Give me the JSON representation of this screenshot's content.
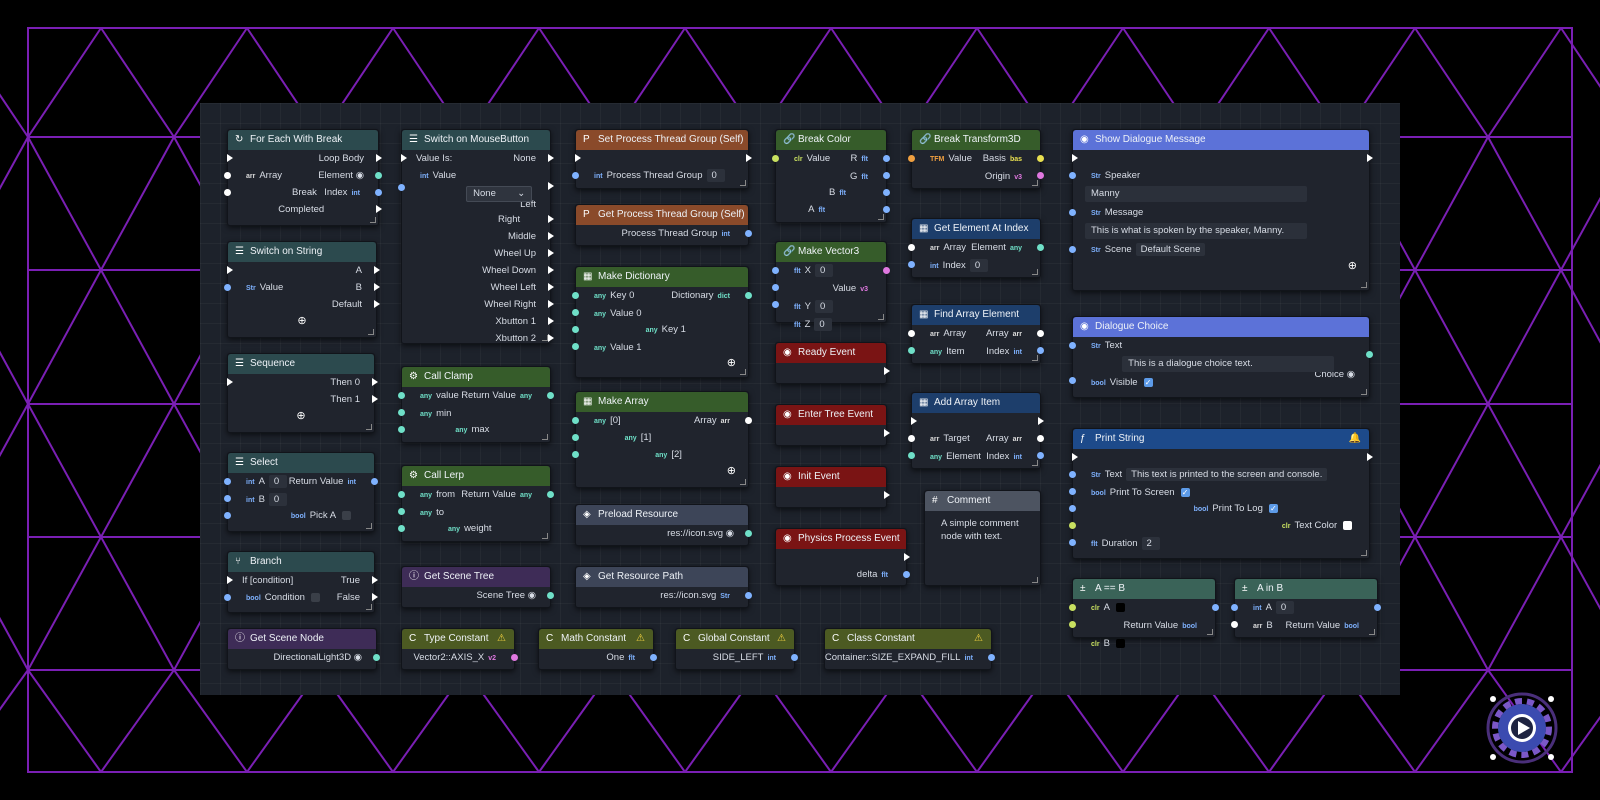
{
  "nodes": {
    "for_each": {
      "title": "For Each With Break",
      "loop_body": "Loop Body",
      "array": "Array",
      "element": "Element",
      "break": "Break",
      "index": "Index",
      "completed": "Completed"
    },
    "switch_string": {
      "title": "Switch on String",
      "a": "A",
      "value": "Value",
      "b": "B",
      "default": "Default"
    },
    "sequence": {
      "title": "Sequence",
      "then0": "Then 0",
      "then1": "Then 1"
    },
    "select": {
      "title": "Select",
      "a": "A",
      "a_val": "0",
      "return": "Return Value",
      "b": "B",
      "b_val": "0",
      "pick_a": "Pick A"
    },
    "branch": {
      "title": "Branch",
      "if": "If [condition]",
      "true": "True",
      "condition": "Condition",
      "false": "False"
    },
    "get_scene_node": {
      "title": "Get Scene Node",
      "value": "DirectionalLight3D"
    },
    "switch_mouse": {
      "title": "Switch on MouseButton",
      "value_is": "Value Is:",
      "none": "None",
      "value": "Value",
      "left": "Left",
      "select": "None",
      "right": "Right",
      "middle": "Middle",
      "wheel_up": "Wheel Up",
      "wheel_down": "Wheel Down",
      "wheel_left": "Wheel Left",
      "wheel_right": "Wheel Right",
      "xb1": "Xbutton 1",
      "xb2": "Xbutton 2"
    },
    "call_clamp": {
      "title": "Call Clamp",
      "value": "value",
      "return": "Return Value",
      "min": "min",
      "max": "max"
    },
    "call_lerp": {
      "title": "Call Lerp",
      "from": "from",
      "return": "Return Value",
      "to": "to",
      "weight": "weight"
    },
    "get_scene_tree": {
      "title": "Get Scene Tree",
      "out": "Scene Tree"
    },
    "type_constant": {
      "title": "Type Constant",
      "value": "Vector2::AXIS_X"
    },
    "set_ptg": {
      "title": "Set Process Thread Group (Self)",
      "label": "Process Thread Group",
      "val": "0"
    },
    "get_ptg": {
      "title": "Get Process Thread Group (Self)",
      "label": "Process Thread Group"
    },
    "make_dict": {
      "title": "Make Dictionary",
      "key0": "Key 0",
      "dict": "Dictionary",
      "value0": "Value 0",
      "key1": "Key 1",
      "value1": "Value 1"
    },
    "make_array": {
      "title": "Make Array",
      "i0": "[0]",
      "array": "Array",
      "i1": "[1]",
      "i2": "[2]"
    },
    "preload": {
      "title": "Preload Resource",
      "path": "res://icon.svg"
    },
    "get_res_path": {
      "title": "Get Resource Path",
      "path": "res://icon.svg"
    },
    "math_constant": {
      "title": "Math Constant",
      "value": "One"
    },
    "global_constant": {
      "title": "Global Constant",
      "value": "SIDE_LEFT"
    },
    "break_color": {
      "title": "Break Color",
      "value": "Value",
      "r": "R",
      "g": "G",
      "b": "B",
      "a": "A"
    },
    "make_vector3": {
      "title": "Make Vector3",
      "x": "X",
      "x_val": "0",
      "value": "Value",
      "y": "Y",
      "y_val": "0",
      "z": "Z",
      "z_val": "0"
    },
    "ready": {
      "title": "Ready Event"
    },
    "enter_tree": {
      "title": "Enter Tree Event"
    },
    "init": {
      "title": "Init Event"
    },
    "physics": {
      "title": "Physics Process Event",
      "delta": "delta"
    },
    "class_constant": {
      "title": "Class Constant",
      "value": "Container::SIZE_EXPAND_FILL"
    },
    "break_transform": {
      "title": "Break Transform3D",
      "value": "Value",
      "basis": "Basis",
      "origin": "Origin"
    },
    "get_elem": {
      "title": "Get Element At Index",
      "array": "Array",
      "element": "Element",
      "index": "Index",
      "index_val": "0"
    },
    "find_elem": {
      "title": "Find Array Element",
      "array": "Array",
      "array_out": "Array",
      "item": "Item",
      "index": "Index"
    },
    "add_item": {
      "title": "Add Array Item",
      "target": "Target",
      "array": "Array",
      "element": "Element",
      "index": "Index"
    },
    "comment": {
      "title": "Comment",
      "text": "A simple comment node with text."
    },
    "dialogue": {
      "title": "Show Dialogue Message",
      "speaker": "Speaker",
      "speaker_val": "Manny",
      "message": "Message",
      "message_val": "This is what is spoken by the speaker, Manny.",
      "scene": "Scene",
      "scene_val": "Default Scene"
    },
    "choice": {
      "title": "Dialogue Choice",
      "text": "Text",
      "text_val": "This is a dialogue choice text.",
      "choice": "Choice",
      "visible": "Visible"
    },
    "print": {
      "title": "Print String",
      "text": "Text",
      "text_val": "This text is printed to the screen and console.",
      "to_screen": "Print To Screen",
      "to_log": "Print To Log",
      "color": "Text Color",
      "duration": "Duration",
      "duration_val": "2"
    },
    "a_eq_b": {
      "title": "A == B",
      "a": "A",
      "return": "Return Value",
      "b": "B"
    },
    "a_in_b": {
      "title": "A in B",
      "a": "A",
      "a_val": "0",
      "return": "Return Value",
      "b": "B"
    }
  },
  "types": {
    "arr": "arr",
    "int": "int",
    "str": "Str",
    "bool": "bool",
    "any": "any",
    "flt": "flt",
    "dict": "dict",
    "clr": "clr",
    "v3": "v3",
    "v2": "v2",
    "tfm": "TFM",
    "bas": "bas"
  },
  "colors": {
    "purple_lines": "#7a1fb4",
    "canvas": "#1d222b",
    "teal_header": "#2c4a4e",
    "green_header": "#365c2a",
    "orange_header": "#8a4a2a",
    "red_header": "#7a1414",
    "blue_header": "#5c72d8",
    "dark_blue_header": "#1d4a8a",
    "purple_header": "#3e2c57",
    "gray_header": "#3d4558",
    "olive_header": "#4c5a22",
    "comment_header": "#4d5461"
  }
}
